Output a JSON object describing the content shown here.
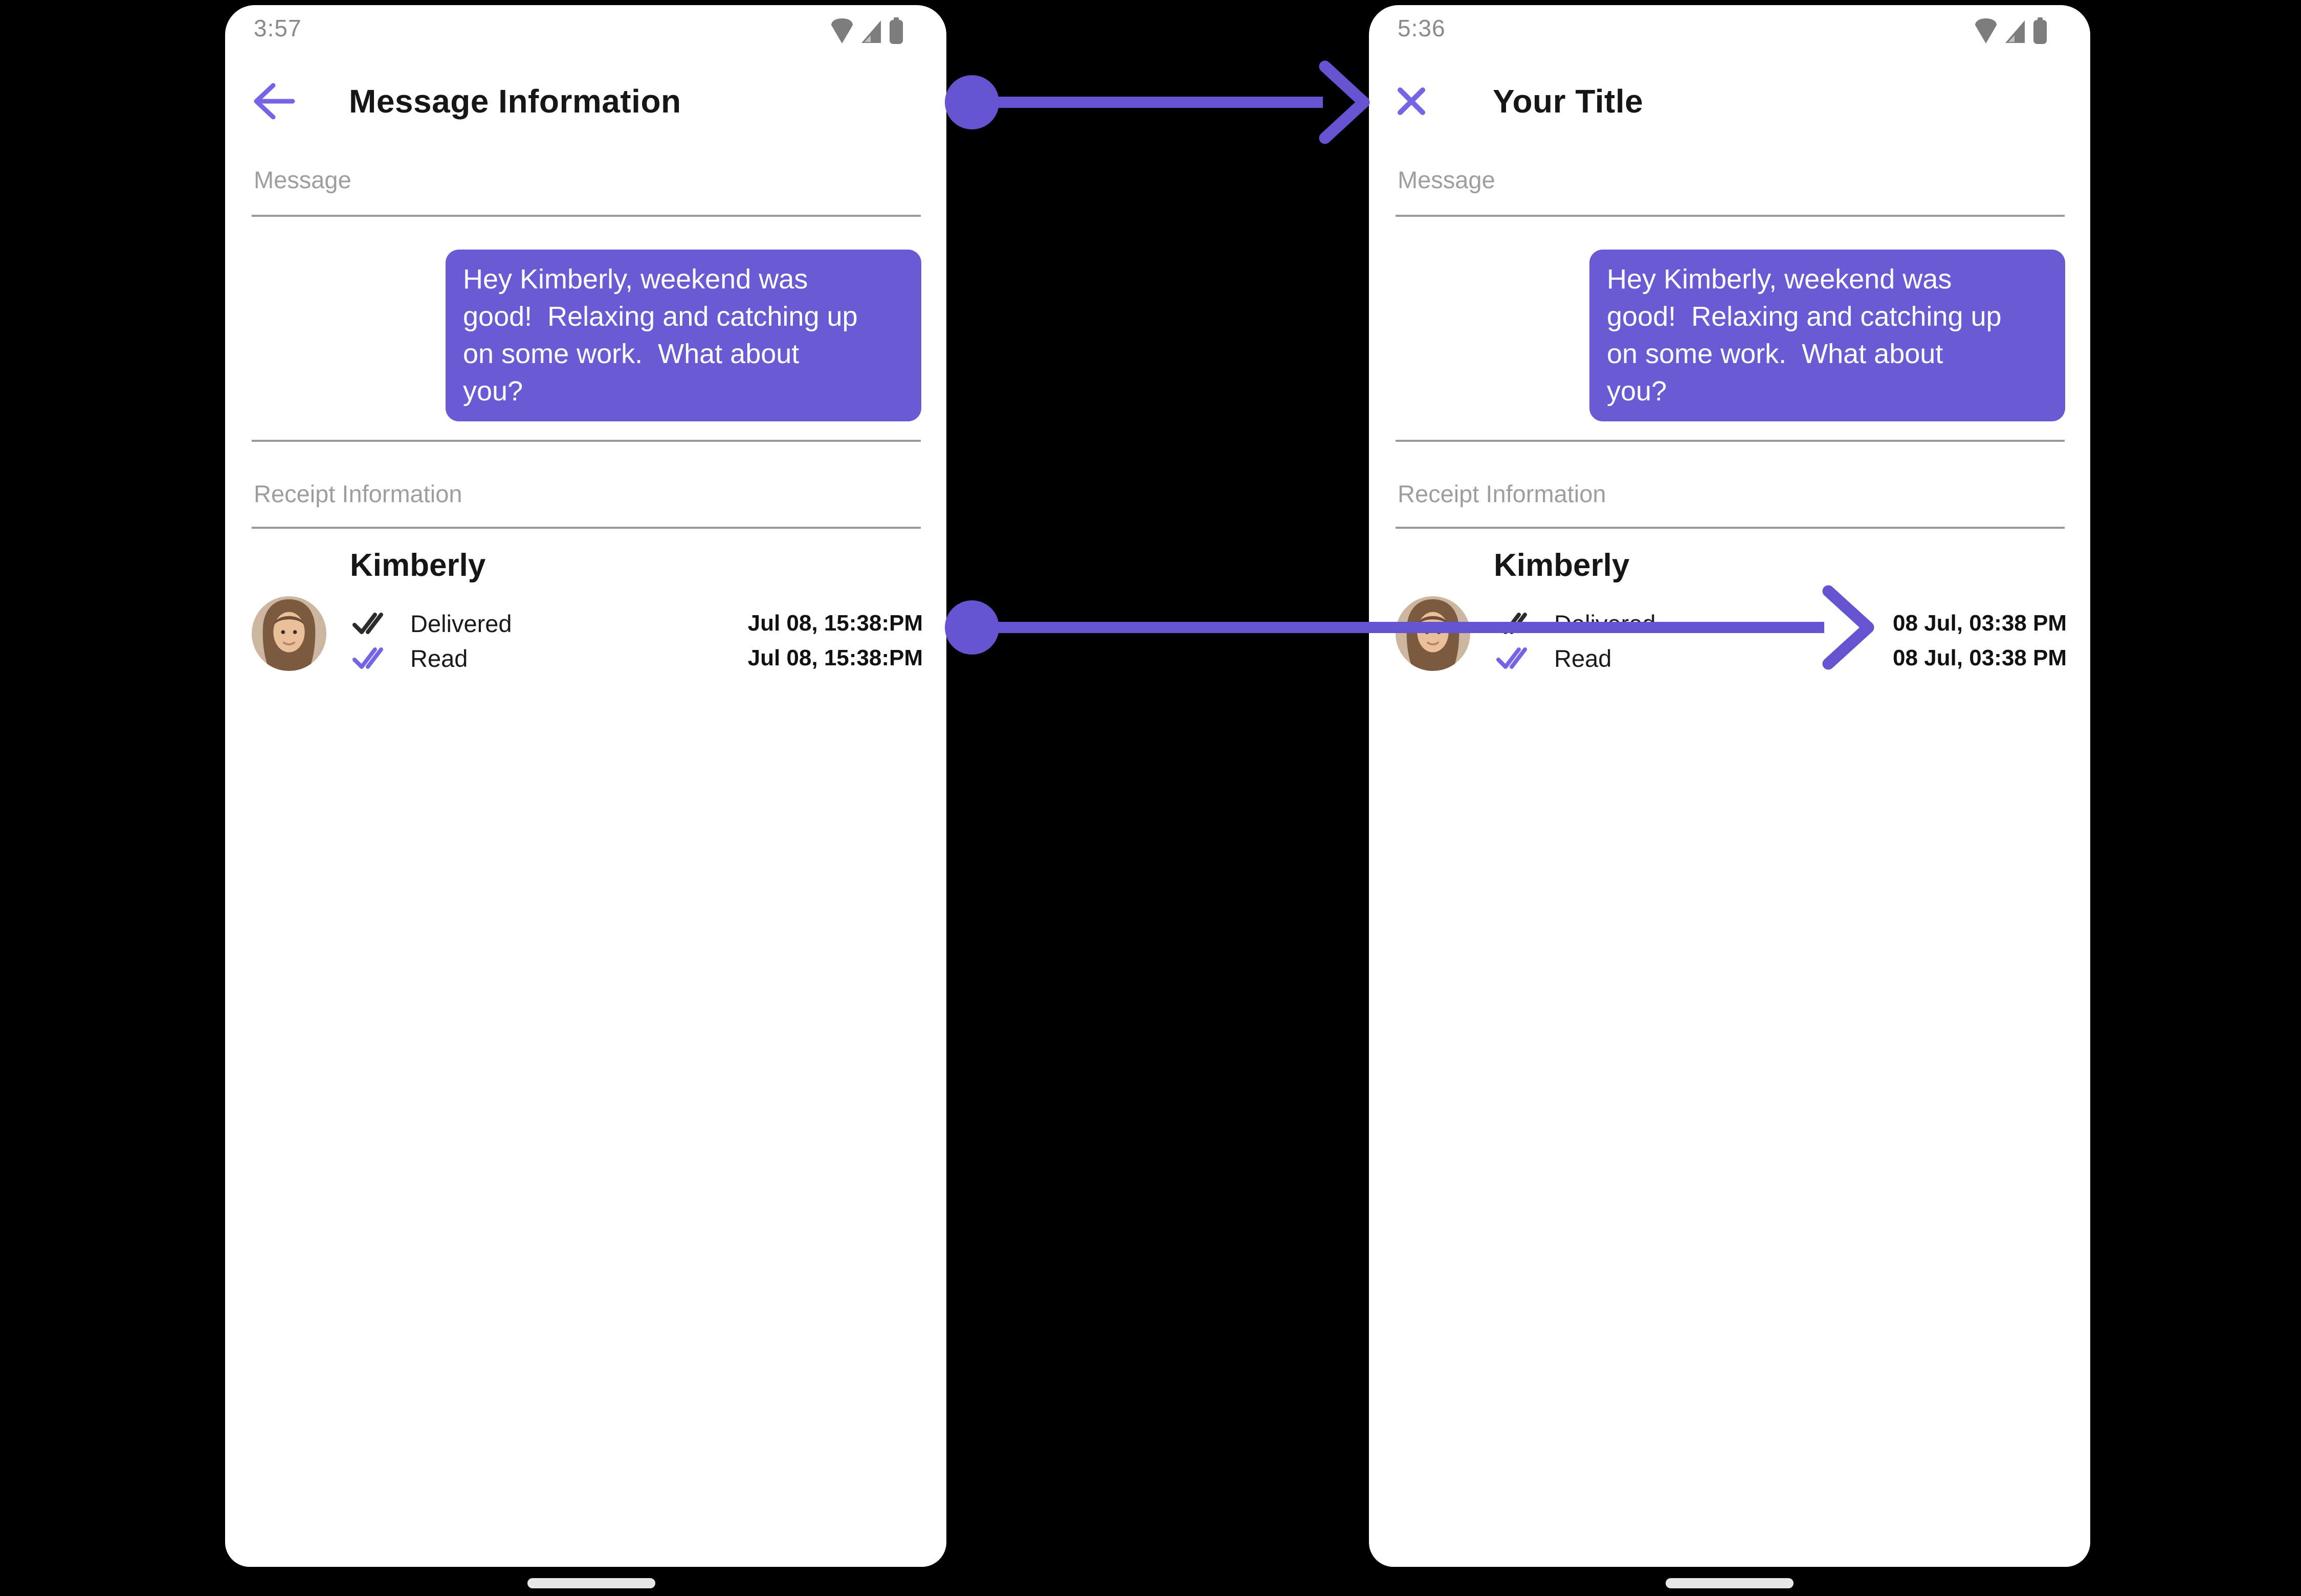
{
  "colors": {
    "annotation_arrow_purple": "#6553d0",
    "bubble_purple": "#6a5bd4",
    "icon_purple": "#7365e6",
    "check_dark": "#2b2b2b",
    "divider_gray": "#999999",
    "label_gray": "#9e9e9e",
    "status_gray": "#8a8a8a",
    "text_black": "#161616",
    "background": "#000000",
    "home_bar_gray": "#e7e7e7"
  },
  "left_phone": {
    "status_bar": {
      "time": "3:57",
      "icons": [
        "wifi-icon",
        "cellular-signal-icon",
        "battery-icon"
      ]
    },
    "header": {
      "nav_icon": "back-arrow-icon",
      "title": "Message Information"
    },
    "message_section": {
      "label": "Message",
      "bubble_text": "Hey Kimberly, weekend was\ngood!  Relaxing and catching up\non some work.  What about\nyou?"
    },
    "receipt_section": {
      "label": "Receipt Information",
      "contact_name": "Kimberly",
      "rows": [
        {
          "icon": "double-check-icon-dark",
          "status": "Delivered",
          "timestamp": "Jul 08, 15:38:PM"
        },
        {
          "icon": "double-check-icon-purple",
          "status": "Read",
          "timestamp": "Jul 08, 15:38:PM"
        }
      ]
    }
  },
  "right_phone": {
    "status_bar": {
      "time": "5:36",
      "icons": [
        "wifi-icon",
        "cellular-signal-icon",
        "battery-icon"
      ]
    },
    "header": {
      "nav_icon": "close-icon",
      "title": "Your Title"
    },
    "message_section": {
      "label": "Message",
      "bubble_text": "Hey Kimberly, weekend was\ngood!  Relaxing and catching up\non some work.  What about\nyou?"
    },
    "receipt_section": {
      "label": "Receipt Information",
      "contact_name": "Kimberly",
      "rows": [
        {
          "icon": "double-check-icon-dark",
          "status": "Delivered",
          "timestamp": "08 Jul, 03:38 PM"
        },
        {
          "icon": "double-check-icon-purple",
          "status": "Read",
          "timestamp": "08 Jul, 03:38 PM"
        }
      ]
    }
  },
  "annotations": {
    "arrow_top": "header-title-transform-arrow",
    "arrow_bottom": "timestamp-format-transform-arrow"
  }
}
